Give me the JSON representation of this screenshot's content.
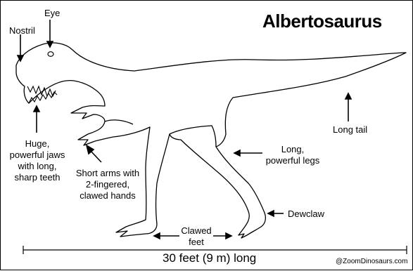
{
  "title": "Albertosaurus",
  "labels": {
    "eye": "Eye",
    "nostril": "Nostril",
    "jaws": [
      "Huge,",
      "powerful jaws",
      "with long,",
      "sharp teeth"
    ],
    "arms": [
      "Short arms with",
      "2-fingered,",
      "clawed hands"
    ],
    "legs": [
      "Long,",
      "powerful legs"
    ],
    "tail": "Long tail",
    "dewclaw": "Dewclaw",
    "feet": [
      "Clawed",
      "feet"
    ]
  },
  "length_label": "30 feet (9 m) long",
  "copyright": "@ZoomDinosaurs.com"
}
